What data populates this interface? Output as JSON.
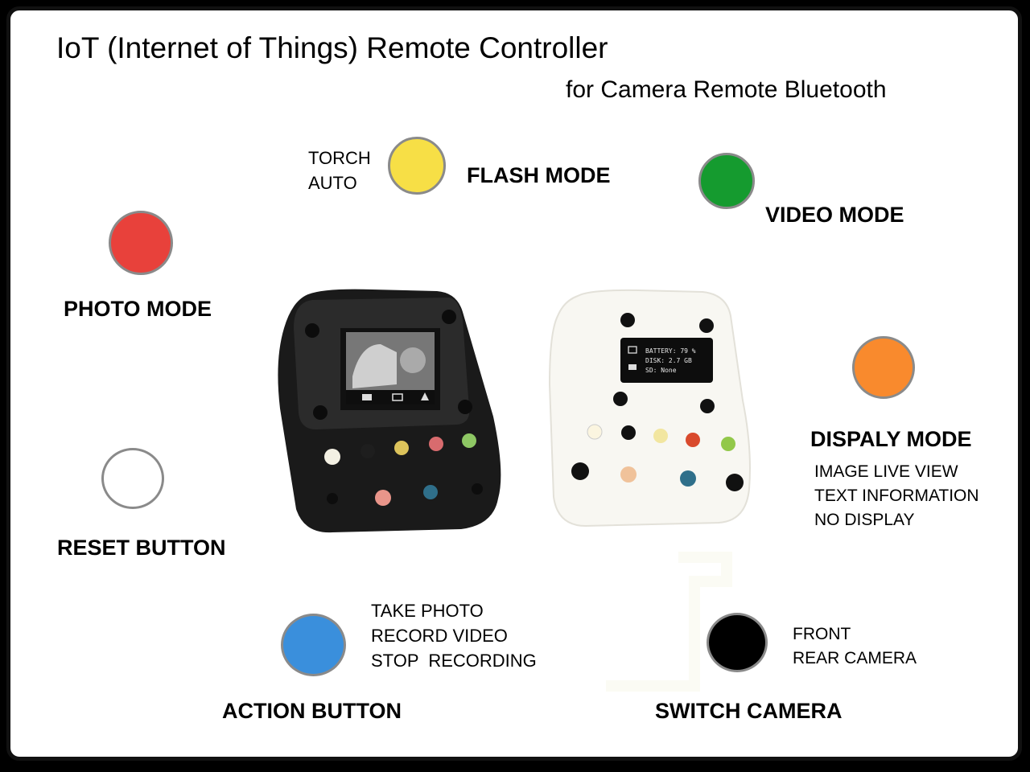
{
  "title": "IoT (Internet of Things) Remote Controller",
  "subtitle": "for Camera Remote Bluetooth",
  "buttons": {
    "flash": {
      "label": "FLASH MODE",
      "options": [
        "TORCH",
        "AUTO"
      ],
      "color": "#f7df46"
    },
    "video": {
      "label": "VIDEO MODE",
      "color": "#159b2f"
    },
    "photo": {
      "label": "PHOTO MODE",
      "color": "#e8413b"
    },
    "display": {
      "label": "DISPALY MODE",
      "options": [
        "IMAGE LIVE VIEW",
        "TEXT INFORMATION",
        "NO DISPLAY"
      ],
      "color": "#f98a2d"
    },
    "reset": {
      "label": "RESET BUTTON",
      "color": "#ffffff"
    },
    "action": {
      "label": "ACTION BUTTON",
      "options": [
        "TAKE PHOTO",
        "RECORD VIDEO",
        "STOP  RECORDING"
      ],
      "color": "#3a8fdc"
    },
    "switch": {
      "label": "SWITCH CAMERA",
      "options": [
        "FRONT",
        "REAR CAMERA"
      ],
      "color": "#000000"
    }
  },
  "white_device_screen": {
    "lines": [
      "BATTERY: 79 %",
      "DISK: 2.7 GB",
      "SD: None"
    ]
  }
}
